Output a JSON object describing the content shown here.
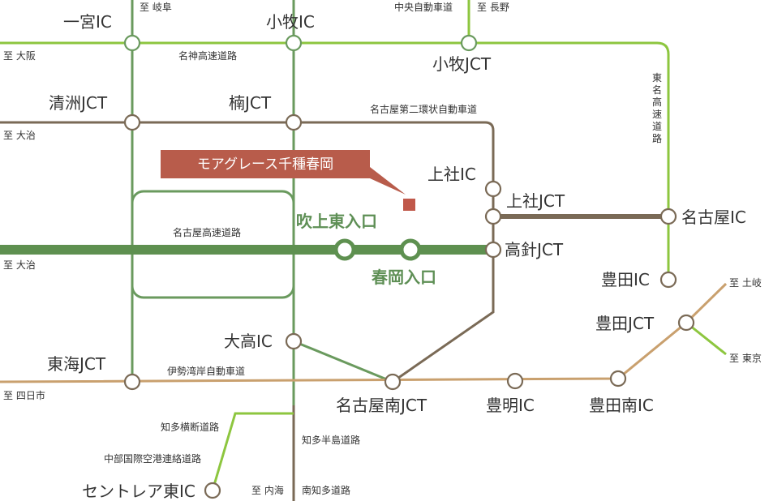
{
  "colors": {
    "green_main": "#5e9050",
    "green_light": "#8dc63f",
    "green_mid": "#6a9a5e",
    "brown": "#7a6a56",
    "tan": "#c9a06e",
    "callout": "#b85c4b",
    "marker": "#c0584a"
  },
  "labels": {
    "ichinomiya_ic": "一宮IC",
    "to_gifu": "至 岐阜",
    "komaki_ic": "小牧IC",
    "chuo_expwy": "中央自動車道",
    "to_nagano": "至 長野",
    "to_osaka": "至 大阪",
    "meishin_expwy": "名神高速道路",
    "komaki_jct": "小牧JCT",
    "tomei_expwy": "東名高速道路",
    "kiyosu_jct": "清洲JCT",
    "kusunoki_jct": "楠JCT",
    "nagoya_2nd_ring": "名古屋第二環状自動車道",
    "to_oji_1": "至 大治",
    "callout_title": "モアグレース千種春岡",
    "kamiyashiro_ic": "上社IC",
    "kamiyashiro_jct": "上社JCT",
    "nagoya_ic": "名古屋IC",
    "nagoya_expwy": "名古屋高速道路",
    "fukiage_east": "吹上東入口",
    "takabari_jct": "高針JCT",
    "to_oji_2": "至 大治",
    "harugaoka": "春岡入口",
    "toyota_ic": "豊田IC",
    "to_toki": "至 土岐",
    "toyota_jct": "豊田JCT",
    "odaka_ic": "大高IC",
    "to_tokyo": "至 東京",
    "tokai_jct": "東海JCT",
    "isewan_expwy": "伊勢湾岸自動車道",
    "to_yokkaichi": "至 四日市",
    "nagoya_minami_jct": "名古屋南JCT",
    "toyoake_ic": "豊明IC",
    "toyota_minami_ic": "豊田南IC",
    "chita_odan": "知多横断道路",
    "chita_hanto": "知多半島道路",
    "chubu_airport_road": "中部国際空港連絡道路",
    "centrair_east_ic": "セントレア東IC",
    "to_utsumi": "至 内海",
    "minami_chita": "南知多道路"
  }
}
